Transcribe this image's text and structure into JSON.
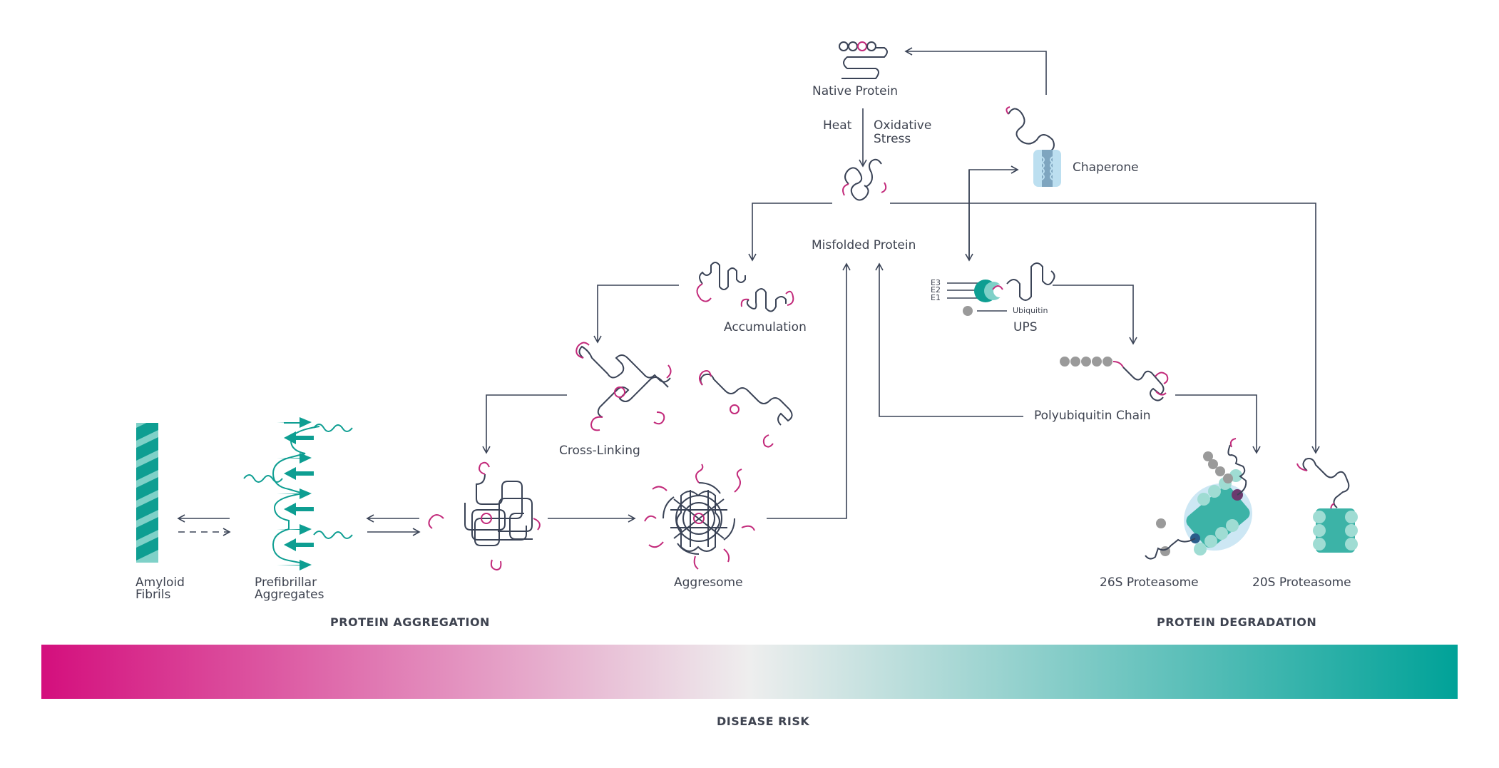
{
  "labels": {
    "native_protein": "Native Protein",
    "heat": "Heat",
    "oxidative_stress_1": "Oxidative",
    "oxidative_stress_2": "Stress",
    "chaperone": "Chaperone",
    "misfolded_protein": "Misfolded Protein",
    "accumulation": "Accumulation",
    "ups": "UPS",
    "e3": "E3",
    "e2": "E2",
    "e1": "E1",
    "ubiquitin": "Ubiquitin",
    "cross_linking": "Cross-Linking",
    "polyubiquitin_chain": "Polyubiquitin Chain",
    "amyloid_fibrils_1": "Amyloid",
    "amyloid_fibrils_2": "Fibrils",
    "prefibrillar_aggregates_1": "Prefibrillar",
    "prefibrillar_aggregates_2": "Aggregates",
    "aggresome": "Aggresome",
    "proteasome_26s": "26S Proteasome",
    "proteasome_20s": "20S Proteasome"
  },
  "sections": {
    "protein_aggregation": "PROTEIN AGGREGATION",
    "protein_degradation": "PROTEIN DEGRADATION",
    "disease_risk": "DISEASE RISK"
  },
  "colors": {
    "line": "#3a4356",
    "magenta": "#c2297a",
    "teal": "#0e9e92",
    "teal_light": "#7fd1c8",
    "grey": "#9a9a9a",
    "gradient_left": "#d40f7d",
    "gradient_mid": "#eeeeee",
    "gradient_right": "#00a298"
  }
}
